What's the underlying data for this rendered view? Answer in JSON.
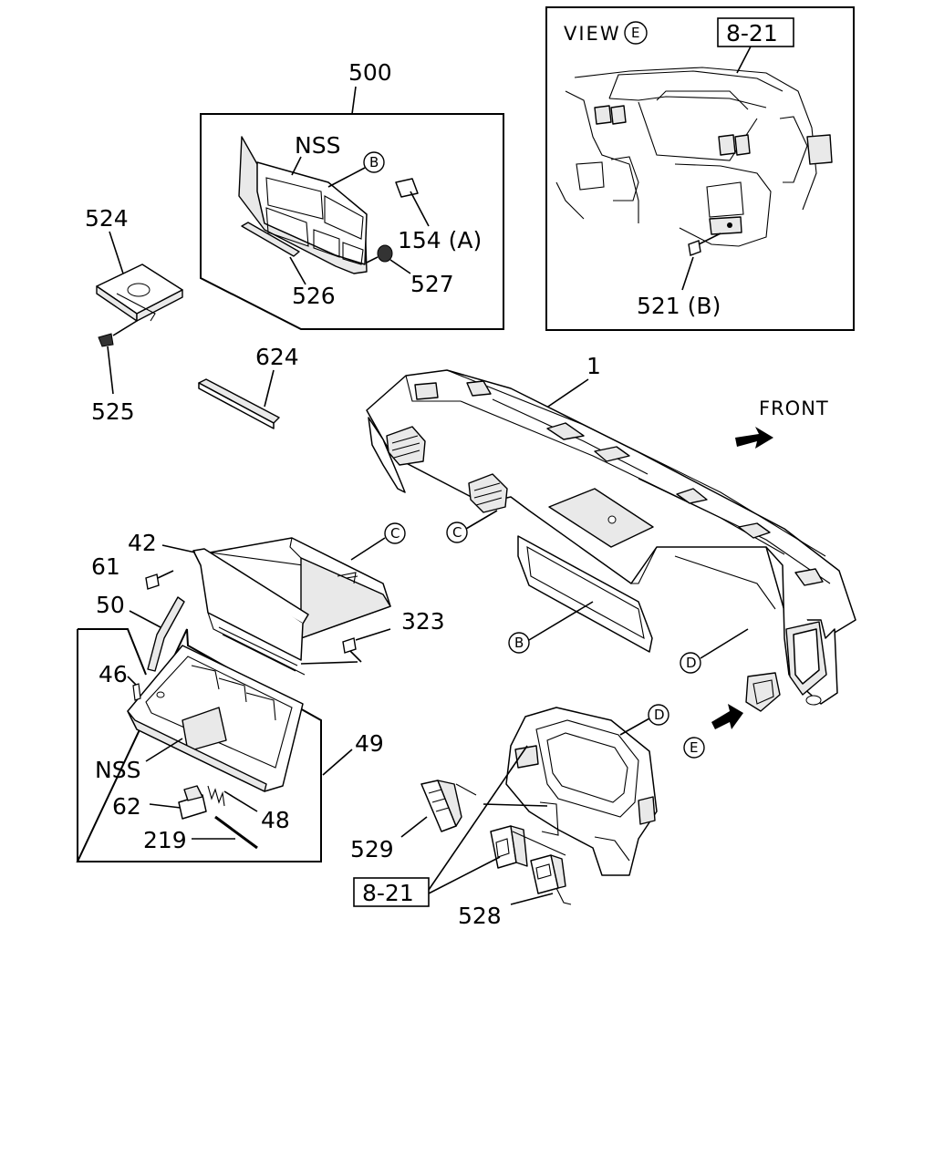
{
  "view_label": "VIEW",
  "view_circle": "E",
  "ref_box_top": "8-21",
  "ref_box_bottom": "8-21",
  "front_label": "FRONT",
  "nss_top": "NSS",
  "nss_glovebox": "NSS",
  "callouts": {
    "p500": "500",
    "p524": "524",
    "p525": "525",
    "p526": "526",
    "p527": "527",
    "p154a": "154 (A)",
    "p521b": "521 (B)",
    "p624": "624",
    "p1": "1",
    "p42": "42",
    "p61": "61",
    "p50": "50",
    "p46": "46",
    "p323": "323",
    "p49": "49",
    "p62": "62",
    "p48": "48",
    "p219": "219",
    "p529": "529",
    "p528": "528"
  },
  "circle_letters": {
    "b_top": "B",
    "b_dash": "B",
    "c_glove": "C",
    "c_dash": "C",
    "d_dash": "D",
    "d_cluster": "D",
    "e_arrow": "E"
  }
}
